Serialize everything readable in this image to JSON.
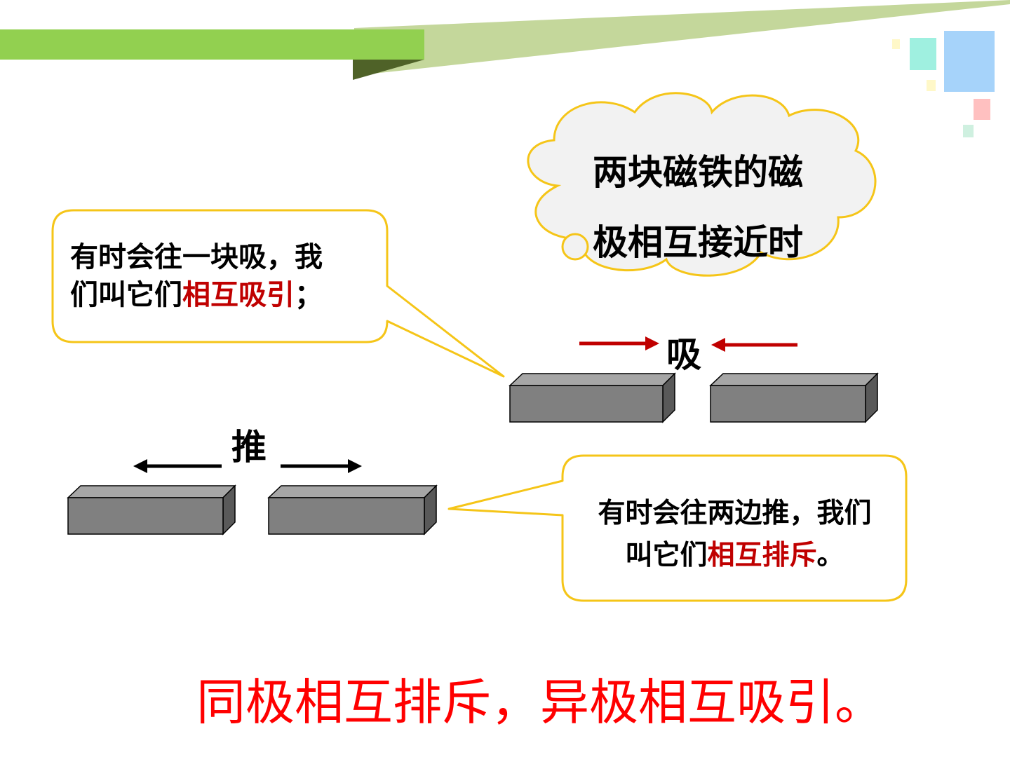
{
  "attract_callout": {
    "line1": "有时会往一块吸，我",
    "line2_prefix": "们叫它们",
    "line2_highlight": "相互吸引",
    "line2_suffix": "；"
  },
  "cloud": {
    "line1": "两块磁铁的磁",
    "line2": "极相互接近时"
  },
  "attract_word": "吸",
  "repel_word": "推",
  "repel_callout": {
    "line1": "有时会往两边推，我们",
    "line2_prefix": "叫它们",
    "line2_highlight": "相互排斥",
    "line2_suffix": "。"
  },
  "conclusion": "同极相互排斥，异极相互吸引。",
  "colors": {
    "banner_green": "#92d050",
    "banner_light": "#c4d79b",
    "callout_border": "#f5c518",
    "highlight_red": "#c00000",
    "conclusion_red": "#ff0000",
    "magnet_gray": "#808080"
  }
}
